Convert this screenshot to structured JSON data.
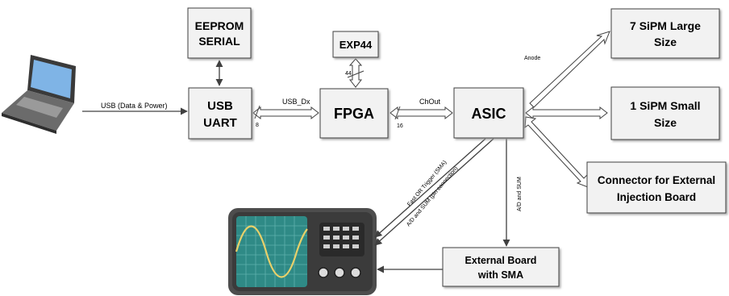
{
  "blocks": {
    "eeprom": [
      "EEPROM",
      "SERIAL"
    ],
    "exp44": "EXP44",
    "usb_uart": [
      "USB",
      "UART"
    ],
    "fpga": "FPGA",
    "asic": "ASIC",
    "sipm_large": [
      "7 SiPM Large",
      "Size"
    ],
    "sipm_small": [
      "1 SiPM Small",
      "Size"
    ],
    "connector": [
      "Connector for External",
      "Injection Board"
    ],
    "external_board": [
      "External Board",
      "with SMA"
    ]
  },
  "labels": {
    "usb_data_power": "USB (Data & Power)",
    "usb_dx": "USB_Dx",
    "usb_dx_width": "8",
    "chout": "ChOut",
    "chout_width": "16",
    "exp_width": "44",
    "anode": "Anode",
    "fast_or": "Fast OR Trigger (SMA)",
    "ad_sum_pin": "A/D and SUM (pin connection)",
    "ad_sum": "A/D and SUM"
  },
  "colors": {
    "block_fill": "#f2f2f2",
    "block_stroke": "#404040",
    "laptop_screen": "#7fb4e6",
    "scope_body": "#4d4d4d",
    "scope_screen": "#2f8a86",
    "scope_wave": "#e8d06a"
  }
}
